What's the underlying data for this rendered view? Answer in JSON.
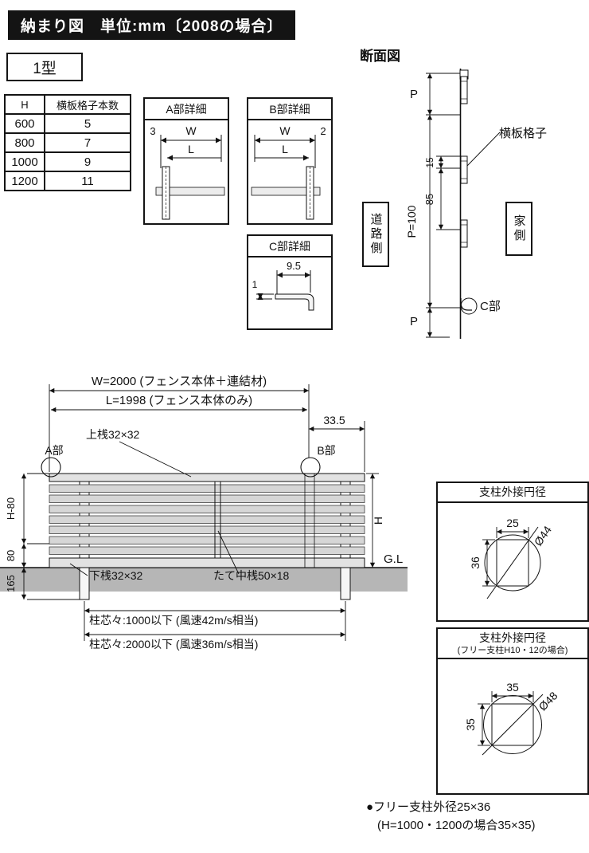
{
  "header": {
    "title": "納まり図　単位:mm〔2008の場合〕",
    "type_label": "1型"
  },
  "spec_table": {
    "headers": [
      "H",
      "横板格子本数"
    ],
    "rows": [
      [
        "600",
        "5"
      ],
      [
        "800",
        "7"
      ],
      [
        "1000",
        "9"
      ],
      [
        "1200",
        "11"
      ]
    ]
  },
  "detail_a": {
    "title": "A部詳細",
    "dim_3": "3",
    "dim_w": "W",
    "dim_l": "L"
  },
  "detail_b": {
    "title": "B部詳細",
    "dim_w": "W",
    "dim_2": "2",
    "dim_l": "L"
  },
  "detail_c": {
    "title": "C部詳細",
    "dim_95": "9.5",
    "dim_1": "1"
  },
  "section_view": {
    "title": "断面図",
    "p_top": "P",
    "p_mid": "P=100",
    "p_bottom": "P",
    "dim_15": "15",
    "dim_85": "85",
    "board_label": "横板格子",
    "road_side": "道路側",
    "house_side": "家側",
    "c_part": "C部"
  },
  "elevation": {
    "dim_w": "W=2000 (フェンス本体＋連結材)",
    "dim_l": "L=1998 (フェンス本体のみ)",
    "dim_335": "33.5",
    "top_rail": "上桟32×32",
    "a_part": "A部",
    "b_part": "B部",
    "dim_h_minus_80": "H-80",
    "dim_80": "80",
    "dim_165": "165",
    "dim_h": "H",
    "gl": "G.L",
    "bottom_rail": "下桟32×32",
    "center_rail": "たて中桟50×18",
    "pitch_1000": "柱芯々:1000以下 (風速42m/s相当)",
    "pitch_2000": "柱芯々:2000以下 (風速36m/s相当)"
  },
  "post_detail_1": {
    "title": "支柱外接円径",
    "dim_top": "25",
    "dim_side": "36",
    "dim_dia": "Ø44"
  },
  "post_detail_2": {
    "title": "支柱外接円径",
    "subtitle": "(フリー支柱H10・12の場合)",
    "dim_top": "35",
    "dim_side": "35",
    "dim_dia": "Ø48"
  },
  "footnote": {
    "line1": "●フリー支柱外径25×36",
    "line2": "(H=1000・1200の場合35×35)"
  }
}
